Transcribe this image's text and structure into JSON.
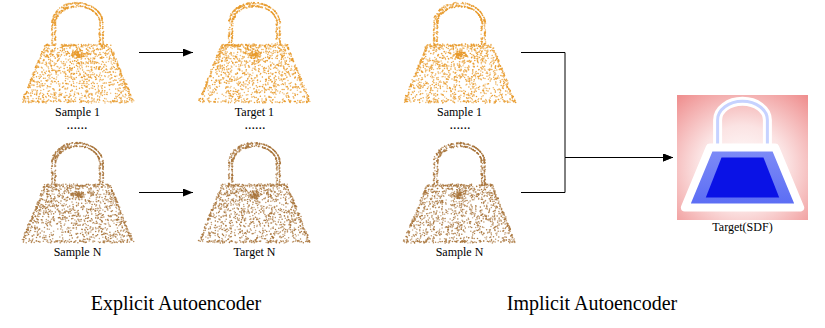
{
  "diagram": {
    "nodes": [
      {
        "text": [
          "Sample 1"
        ]
      },
      {
        "text": [
          "Target 1"
        ]
      },
      {
        "text": [
          "Sample N"
        ]
      },
      {
        "text": [
          "Target N"
        ]
      },
      {
        "text": [
          "Sample 1"
        ]
      },
      {
        "text": [
          "Sample N"
        ]
      },
      {
        "text": [
          "Target(SDF)"
        ]
      }
    ],
    "edges": [
      {
        "from": 0,
        "to": 1,
        "arrow": "to"
      },
      {
        "from": 2,
        "to": 3,
        "arrow": "to"
      },
      {
        "from": 4,
        "to": 6,
        "arrow": "to"
      },
      {
        "from": 5,
        "to": 6,
        "arrow": "to"
      }
    ],
    "labels": [
      "......",
      "......",
      "......",
      "Explicit Autoencoder",
      "Implicit Autoencoder"
    ]
  }
}
